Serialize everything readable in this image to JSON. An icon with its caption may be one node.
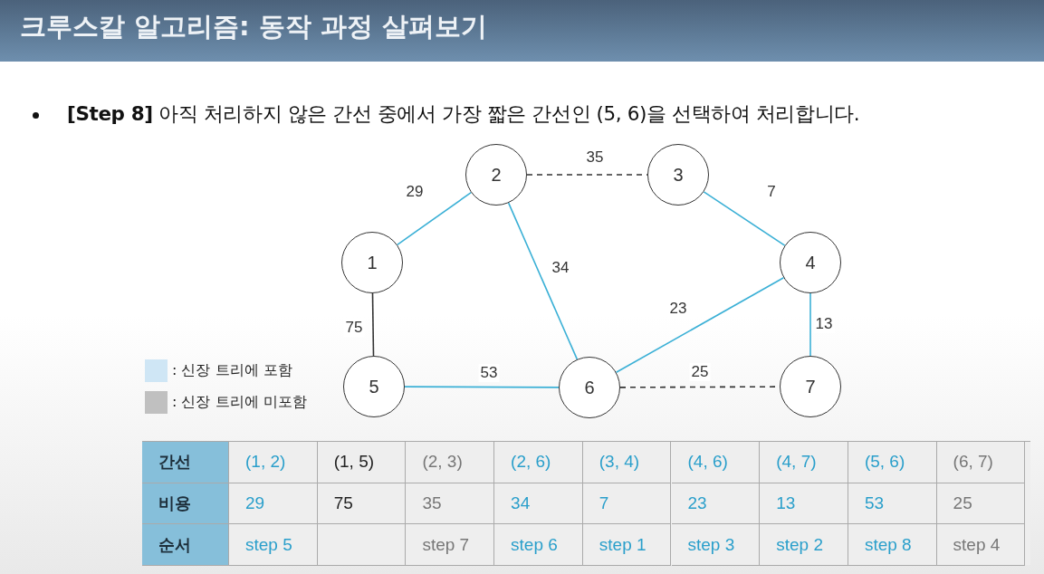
{
  "diagram": {
    "title": "크루스칼 알고리즘: 동작 과정 살펴보기",
    "nodes": [
      {
        "text": [
          "1"
        ]
      },
      {
        "text": [
          "2"
        ]
      },
      {
        "text": [
          "3"
        ]
      },
      {
        "text": [
          "4"
        ]
      },
      {
        "text": [
          "5"
        ]
      },
      {
        "text": [
          "6"
        ]
      },
      {
        "text": [
          "7"
        ]
      }
    ],
    "edges": [
      {
        "from": 0,
        "to": 1,
        "arrow": "none",
        "label": "29"
      },
      {
        "from": 1,
        "to": 2,
        "arrow": "none",
        "label": "35",
        "style": "dashed",
        "color": "#333333"
      },
      {
        "from": 2,
        "to": 3,
        "arrow": "none",
        "label": "7"
      },
      {
        "from": 1,
        "to": 5,
        "arrow": "none",
        "label": "34"
      },
      {
        "from": 0,
        "to": 4,
        "arrow": "none",
        "label": "75",
        "color": "#333333"
      },
      {
        "from": 3,
        "to": 5,
        "arrow": "none",
        "label": "23"
      },
      {
        "from": 3,
        "to": 6,
        "arrow": "none",
        "label": "13"
      },
      {
        "from": 4,
        "to": 5,
        "arrow": "none",
        "label": "53"
      },
      {
        "from": 5,
        "to": 6,
        "arrow": "none",
        "label": "25",
        "style": "dashed",
        "color": "#333333"
      }
    ],
    "labels": [
      "**[Step 8]** 아직 처리하지 않은 간선 중에서 가장 짧은 간선인 (5, 6)을 선택하여 처리합니다.",
      "간선",
      "(1, 2)",
      "(1, 5)",
      "(2, 3)",
      "(2, 6)",
      "(3, 4)",
      "(4, 6)",
      "(4, 7)",
      "(5, 6)",
      "(6, 7)",
      "비용",
      "29",
      "75",
      "35",
      "34",
      "7",
      "23",
      "13",
      "53",
      "25",
      "순서",
      "step 5",
      "step 7",
      "step 6",
      "step 1",
      "step 3",
      "step 2",
      "step 8",
      "step 4"
    ],
    "legend": [
      {
        "text": ": 신장 트리에 포함",
        "color": "#cfe6f5"
      },
      {
        "text": ": 신장 트리에 미포함",
        "color": "#c0c0c0"
      }
    ]
  }
}
